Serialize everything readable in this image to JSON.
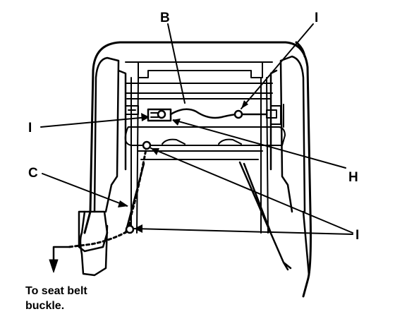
{
  "callouts": {
    "b": "B",
    "i_top": "I",
    "i_left": "I",
    "h": "H",
    "c": "C",
    "i_bottom": "I"
  },
  "note": "To seat belt\nbuckle.",
  "colors": {
    "ink": "#000000",
    "background": "#ffffff"
  }
}
